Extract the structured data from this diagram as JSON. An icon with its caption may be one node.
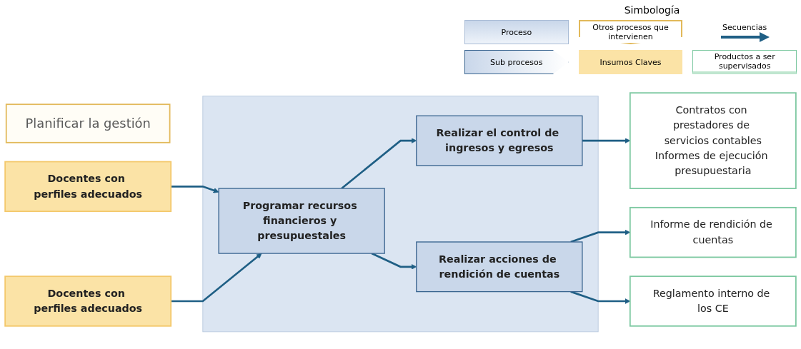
{
  "diagram": {
    "nodes": [
      {
        "text": [
          "Planificar la gestión"
        ]
      },
      {
        "text": [
          "Docentes con perfiles adecuados"
        ]
      },
      {
        "text": [
          "Docentes con perfiles adecuados"
        ]
      },
      {
        "text": [],
        "shape": "box"
      },
      {
        "text": [
          "Programar recursos financieros y presupuestales"
        ],
        "in": 3
      },
      {
        "text": [
          "Realizar el control de ingresos y egresos"
        ],
        "in": 3
      },
      {
        "text": [
          "Realizar acciones de rendición de cuentas"
        ],
        "in": 3
      },
      {
        "text": [
          "Contratos con prestadores de servicios contables",
          "Informes de ejecución presupuestaria"
        ]
      },
      {
        "text": [
          "Informe de rendición de cuentas"
        ]
      },
      {
        "text": [
          "Reglamento interno de los CE"
        ]
      }
    ],
    "edges": [
      {
        "from": 1,
        "to": 4,
        "arrow": "to"
      },
      {
        "from": 2,
        "to": 4,
        "arrow": "to"
      },
      {
        "from": 4,
        "to": 5,
        "arrow": "to"
      },
      {
        "from": 4,
        "to": 6,
        "arrow": "to"
      },
      {
        "from": 5,
        "to": 7,
        "arrow": "to"
      },
      {
        "from": 6,
        "to": 8,
        "arrow": "to"
      },
      {
        "from": 6,
        "to": 9,
        "arrow": "to"
      }
    ],
    "labels": [
      "Simbología"
    ],
    "legend": [
      {
        "text": "Proceso"
      },
      {
        "text": "Otros procesos que intervienen"
      },
      {
        "text": "Secuencias"
      },
      {
        "text": "Sub procesos"
      },
      {
        "text": "Insumos Claves"
      },
      {
        "text": "Productos a ser supervisados"
      }
    ]
  }
}
